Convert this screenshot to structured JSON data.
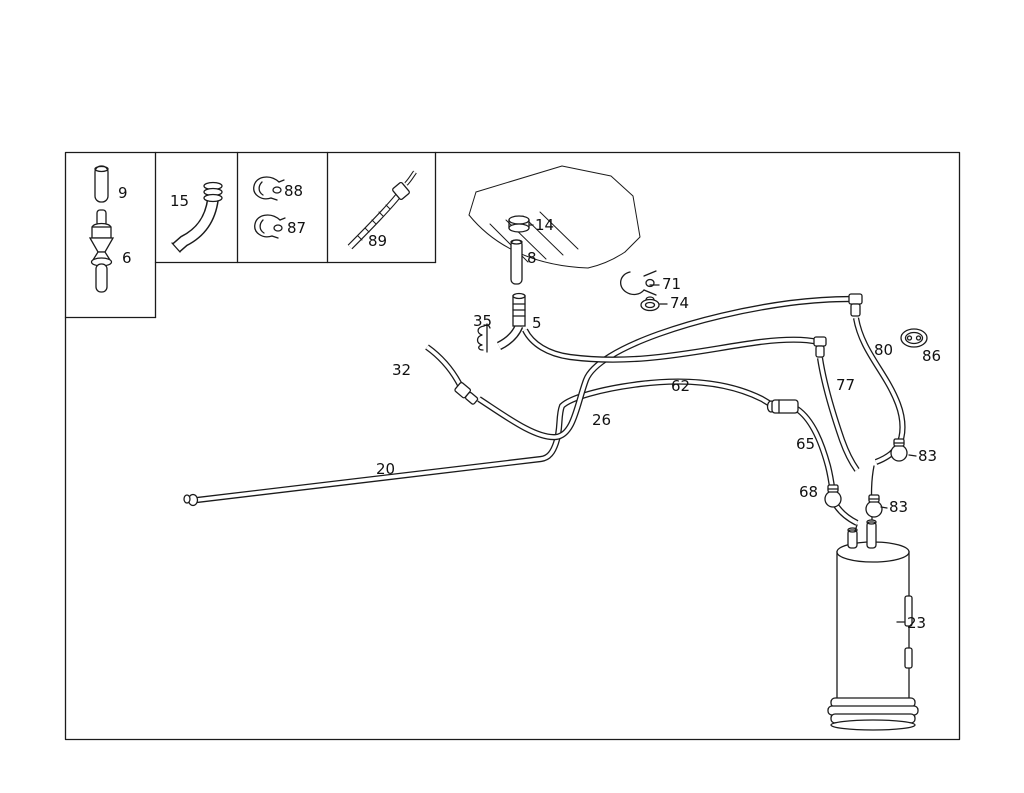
{
  "diagram": {
    "background": "#ffffff",
    "line_color": "#1b1b1b",
    "labels": [
      {
        "part": "9"
      },
      {
        "part": "6"
      },
      {
        "part": "15"
      },
      {
        "part": "88"
      },
      {
        "part": "87"
      },
      {
        "part": "89"
      },
      {
        "part": "14"
      },
      {
        "part": "8"
      },
      {
        "part": "71"
      },
      {
        "part": "74"
      },
      {
        "part": "35"
      },
      {
        "part": "5"
      },
      {
        "part": "32"
      },
      {
        "part": "80"
      },
      {
        "part": "86"
      },
      {
        "part": "77"
      },
      {
        "part": "62"
      },
      {
        "part": "26"
      },
      {
        "part": "65"
      },
      {
        "part": "20"
      },
      {
        "part": "83"
      },
      {
        "part": "68"
      },
      {
        "part": "83"
      },
      {
        "part": "23"
      }
    ]
  }
}
